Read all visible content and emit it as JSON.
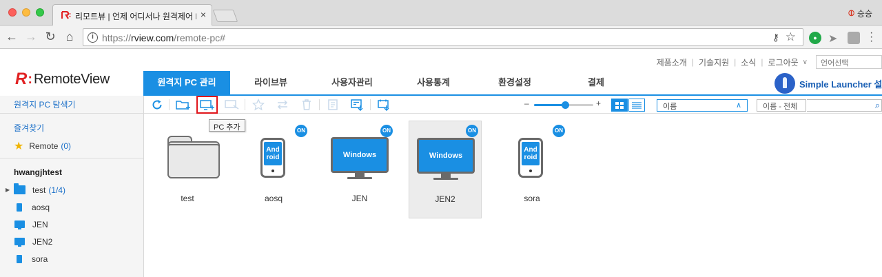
{
  "browser": {
    "tab_title": "리모트뷰 | 언제 어디서나 원격제어 R",
    "tab_close": "×",
    "profile_name": "승승",
    "url_host": "rview.com",
    "url_prefix": "https://",
    "url_path": "/remote-pc#",
    "info_glyph": "i",
    "key_glyph": "⚷",
    "star_glyph": "☆",
    "ext_green_glyph": "●"
  },
  "util_nav": {
    "items": [
      "제품소개",
      "기술지원",
      "소식",
      "로그아웃"
    ],
    "separator": "|",
    "chevron": "∨",
    "language_placeholder": "언어선택"
  },
  "logo": {
    "mark": "R",
    "colon": ":",
    "text": "RemoteView"
  },
  "gnb": {
    "items": [
      "원격지 PC 관리",
      "라이브뷰",
      "사용자관리",
      "사용통계",
      "환경설정",
      "결제"
    ],
    "active_index": 0
  },
  "launcher": {
    "label": "Simple Launcher 설치"
  },
  "sidebar": {
    "explorer_title": "원격지 PC 탐색기",
    "favorites_title": "즐겨찾기",
    "favorite_item": {
      "label": "Remote",
      "count": "(0)"
    },
    "user": "hwangjhtest",
    "tree": [
      {
        "label": "test",
        "count": "(1/4)",
        "icon": "folder-icon",
        "expandable": true
      },
      {
        "label": "aosq",
        "icon": "android-device-icon"
      },
      {
        "label": "JEN",
        "icon": "windows-monitor-icon"
      },
      {
        "label": "JEN2",
        "icon": "windows-monitor-icon"
      },
      {
        "label": "sora",
        "icon": "android-device-icon"
      }
    ]
  },
  "toolbar": {
    "tooltip": "PC 추가",
    "zoom_minus": "–",
    "zoom_plus": "+",
    "zoom_level": 0.52,
    "sort_value": "이름",
    "sort_caret": "∧",
    "filter_value": "이름 - 전체",
    "search_placeholder": "",
    "search_glyph": "⌕",
    "buttons": [
      "refresh-icon",
      "new-folder-icon",
      "add-pc-icon",
      "remote-connect-icon",
      "favorite-icon",
      "move-icon",
      "delete-icon",
      "memo-icon",
      "export-icon",
      "import-icon"
    ],
    "highlighted_button": "add-pc-icon"
  },
  "content": {
    "items": [
      {
        "label": "test",
        "type": "folder"
      },
      {
        "label": "aosq",
        "type": "android",
        "screen": [
          "And",
          "roid"
        ],
        "status": "ON"
      },
      {
        "label": "JEN",
        "type": "windows",
        "screen": "Windows",
        "status": "ON"
      },
      {
        "label": "JEN2",
        "type": "windows",
        "screen": "Windows",
        "status": "ON",
        "selected": true
      },
      {
        "label": "sora",
        "type": "android",
        "screen": [
          "And",
          "roid"
        ],
        "status": "ON"
      }
    ]
  },
  "colors": {
    "accent": "#1a8fe3",
    "brand_red": "#e12324",
    "highlight_red": "#e0151b"
  }
}
